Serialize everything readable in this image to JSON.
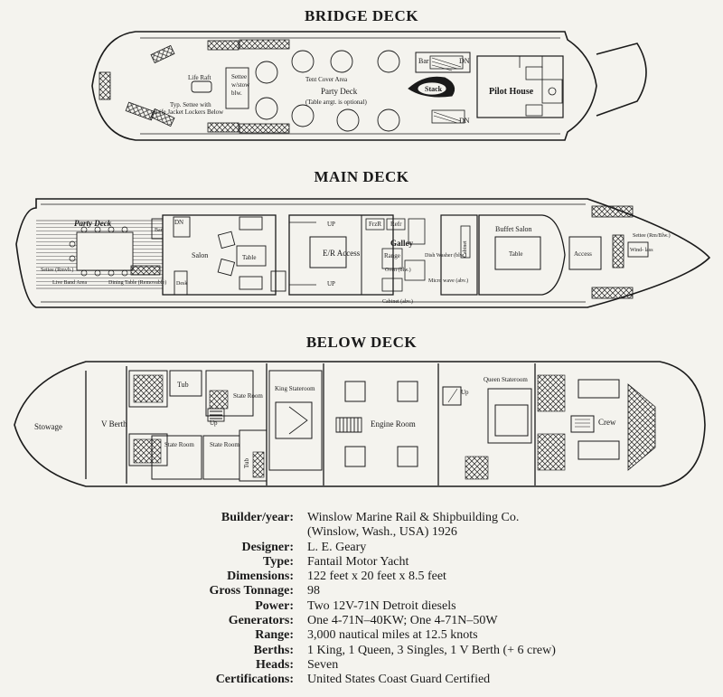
{
  "decks": {
    "bridge": {
      "title": "BRIDGE DECK",
      "labels": {
        "bar": "Bar",
        "dn_top": "DN",
        "dn_bottom": "DN",
        "stack": "Stack",
        "pilot_house": "Pilot House",
        "tent_cover": "Tent Cover Area",
        "party_deck": "Party Deck",
        "table_note": "(Table arrgt. is optional)",
        "life_raft": "Life Raft",
        "settee_w": "Settee",
        "settee_w2": "w/stow",
        "settee_w3": "blw.",
        "typ_settee": "Typ. Settee with",
        "life_jacket": "Life Jacket Lockers Below"
      }
    },
    "main": {
      "title": "MAIN DECK",
      "labels": {
        "party_deck": "Party Deck",
        "bar": "Bar",
        "dn": "DN",
        "salon": "Salon",
        "table": "Table",
        "desk": "Desk",
        "up_top": "UP",
        "up_bottom": "UP",
        "er_access": "E/R Access",
        "frzr": "FrzR",
        "refr": "Refr",
        "galley": "Galley",
        "range": "Range",
        "dish_washer": "Dish Washer (blw.)",
        "oven": "Oven (blw.)",
        "micro": "Micro wave (abv.)",
        "cabinet_abv": "Cabinet (abv.)",
        "cabinet": "Cabinet",
        "buffet_salon": "Buffet Salon",
        "buffet_table": "Table",
        "access": "Access",
        "settee_fwd": "Settee (Rm/Blw.)",
        "windlass": "Wind- lass",
        "settee_aft": "Settee (Rmvb.)",
        "live_band": "Live Band Area",
        "dining_table": "Dining Table (Removable)"
      }
    },
    "below": {
      "title": "BELOW DECK",
      "labels": {
        "stowage": "Stowage",
        "v_berth": "V Berth",
        "tub_top": "Tub",
        "state_room_top": "State Room",
        "up": "Up",
        "state_room_bl": "State Room",
        "state_room_bm": "State Room",
        "tub_bottom": "Tub",
        "king": "King Stateroom",
        "engine_room": "Engine Room",
        "up_right": "Up",
        "queen": "Queen Stateroom",
        "crew": "Crew"
      }
    }
  },
  "specs": [
    {
      "label": "Builder/year:",
      "value": "Winslow Marine Rail & Shipbuilding Co."
    },
    {
      "label": "",
      "value": "(Winslow, Wash., USA) 1926"
    },
    {
      "label": "Designer:",
      "value": "L. E. Geary"
    },
    {
      "label": "Type:",
      "value": "Fantail Motor Yacht"
    },
    {
      "label": "Dimensions:",
      "value": "122 feet x 20 feet x 8.5 feet"
    },
    {
      "label": "Gross Tonnage:",
      "value": "98"
    },
    {
      "label": "Power:",
      "value": "Two 12V-71N Detroit diesels"
    },
    {
      "label": "Generators:",
      "value": "One 4-71N–40KW; One 4-71N–50W"
    },
    {
      "label": "Range:",
      "value": "3,000 nautical miles at 12.5 knots"
    },
    {
      "label": "Berths:",
      "value": "1 King, 1 Queen, 3 Singles, 1 V Berth (+ 6 crew)"
    },
    {
      "label": "Heads:",
      "value": "Seven"
    },
    {
      "label": "Certifications:",
      "value": "United States Coast Guard Certified"
    }
  ]
}
